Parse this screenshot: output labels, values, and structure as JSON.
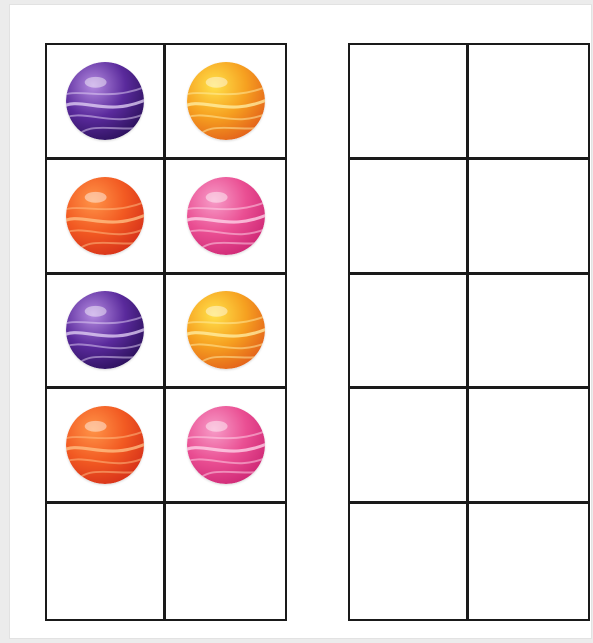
{
  "boards": [
    {
      "name": "left-board",
      "cells": [
        [
          "purple",
          "yellow"
        ],
        [
          "orange",
          "pink"
        ],
        [
          "purple",
          "yellow"
        ],
        [
          "orange",
          "pink"
        ],
        [
          null,
          null
        ]
      ]
    },
    {
      "name": "right-board",
      "cells": [
        [
          null,
          null
        ],
        [
          null,
          null
        ],
        [
          null,
          null
        ],
        [
          null,
          null
        ],
        [
          null,
          null
        ]
      ]
    }
  ],
  "marble_colors": {
    "purple": {
      "base": "#5a2a9c",
      "dark": "#2e125f",
      "light": "#b48be0",
      "swirl": "#e5d6f7"
    },
    "yellow": {
      "base": "#f6a020",
      "dark": "#e4641b",
      "light": "#ffe14a",
      "swirl": "#fff0a8"
    },
    "orange": {
      "base": "#f25a22",
      "dark": "#d8331a",
      "light": "#ff9448",
      "swirl": "#ffc48a"
    },
    "pink": {
      "base": "#ea4f93",
      "dark": "#d02a77",
      "light": "#f79cc8",
      "swirl": "#ffd9ec"
    }
  }
}
